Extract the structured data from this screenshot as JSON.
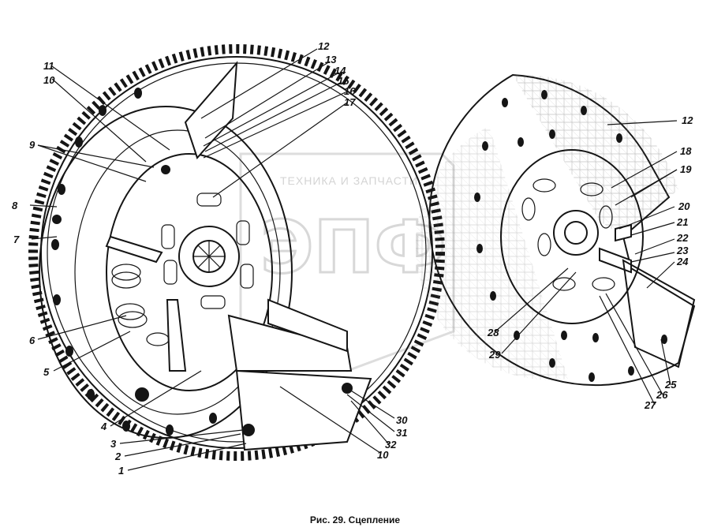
{
  "watermark": {
    "line": "ТЕХНИКА И ЗАПЧАСТИ",
    "logo": "ЭПФ"
  },
  "caption": "Рис. 29. Сцепление",
  "callouts": {
    "n1": "1",
    "n2": "2",
    "n3": "3",
    "n4": "4",
    "n5": "5",
    "n6": "6",
    "n7": "7",
    "n8": "8",
    "n9": "9",
    "n10a": "10",
    "n10b": "10",
    "n11": "11",
    "n12a": "12",
    "n12b": "12",
    "n13": "13",
    "n14": "14",
    "n15": "15",
    "n16": "16",
    "n17": "17",
    "n18": "18",
    "n19": "19",
    "n20": "20",
    "n21": "21",
    "n22": "22",
    "n23": "23",
    "n24": "24",
    "n25": "25",
    "n26": "26",
    "n27": "27",
    "n28": "28",
    "n29": "29",
    "n30": "30",
    "n31": "31",
    "n32": "32"
  }
}
